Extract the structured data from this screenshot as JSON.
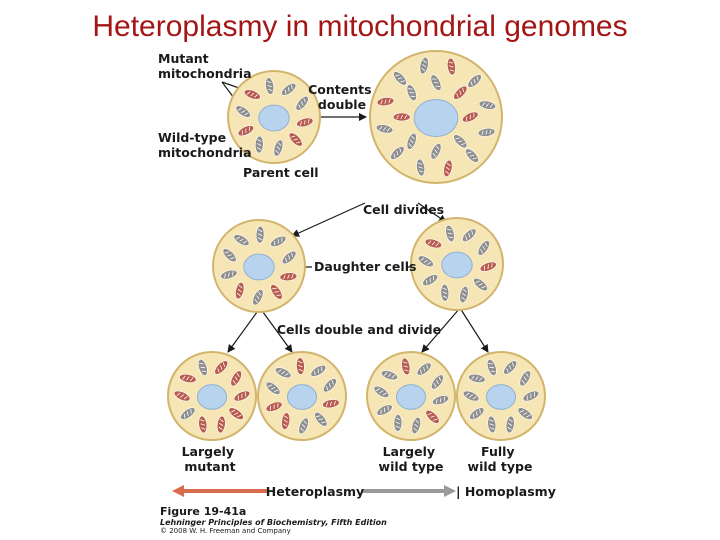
{
  "title": "Heteroplasmy in mitochondrial genomes",
  "labels": {
    "mutant": [
      "Mutant",
      "mitochondria"
    ],
    "wildtype": [
      "Wild-type",
      "mitochondria"
    ],
    "contents": [
      "Contents",
      "double"
    ],
    "parent": "Parent cell",
    "divides": "Cell divides",
    "daughter": "Daughter cells",
    "double_divide": "Cells double and divide",
    "largely_mutant": [
      "Largely",
      "mutant"
    ],
    "largely_wild": [
      "Largely",
      "wild type"
    ],
    "fully_wild": [
      "Fully",
      "wild type"
    ],
    "heteroplasmy": "Heteroplasmy",
    "homoplasmy": "| Homoplasmy"
  },
  "caption": {
    "figure": "Figure 19-41a",
    "book": "Lehninger Principles of Biochemistry, Fifth Edition",
    "copyright": "© 2008 W. H. Freeman and Company"
  },
  "colors": {
    "title": "#a41616",
    "cell_fill": "#f7e6b5",
    "cell_stroke": "#d2b46d",
    "nucleus": "#b7d3ee",
    "mutant": "#b85c4f",
    "wildtype": "#8f8f8f",
    "heteroplasmy_arrow": "#d96c4c",
    "homoplasmy_arrow": "#9a9a9a"
  }
}
